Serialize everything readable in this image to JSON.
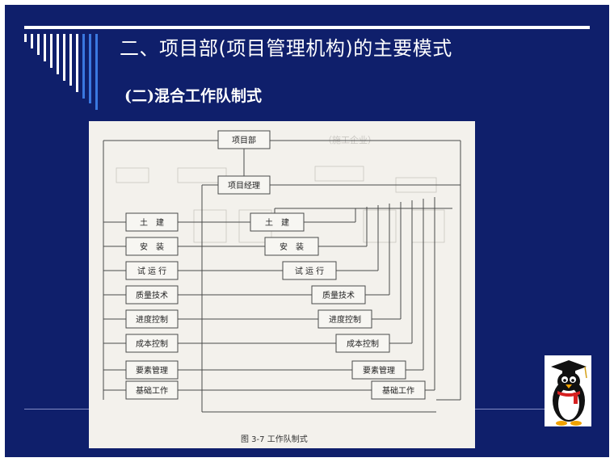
{
  "slide": {
    "title": "二、项目部(项目管理机构)的主要模式",
    "subtitle": "(二)混合工作队制式"
  },
  "figure": {
    "top_box": "项目部",
    "company_label": "（施工企业）",
    "manager_box": "项目经理",
    "left_column": [
      "土　建",
      "安　装",
      "试 运 行",
      "质量技术",
      "进度控制",
      "成本控制",
      "要素管理",
      "基础工作"
    ],
    "right_column": [
      "土　建",
      "安　装",
      "试 运 行",
      "质量技术",
      "进度控制",
      "成本控制",
      "要素管理",
      "基础工作"
    ],
    "caption": "图 3-7   工作队制式"
  },
  "colors": {
    "background": "#0f1f6b",
    "text": "#ffffff",
    "accent_bar": "#3a78e0"
  },
  "icons": [
    "penguin-graduate-icon"
  ]
}
